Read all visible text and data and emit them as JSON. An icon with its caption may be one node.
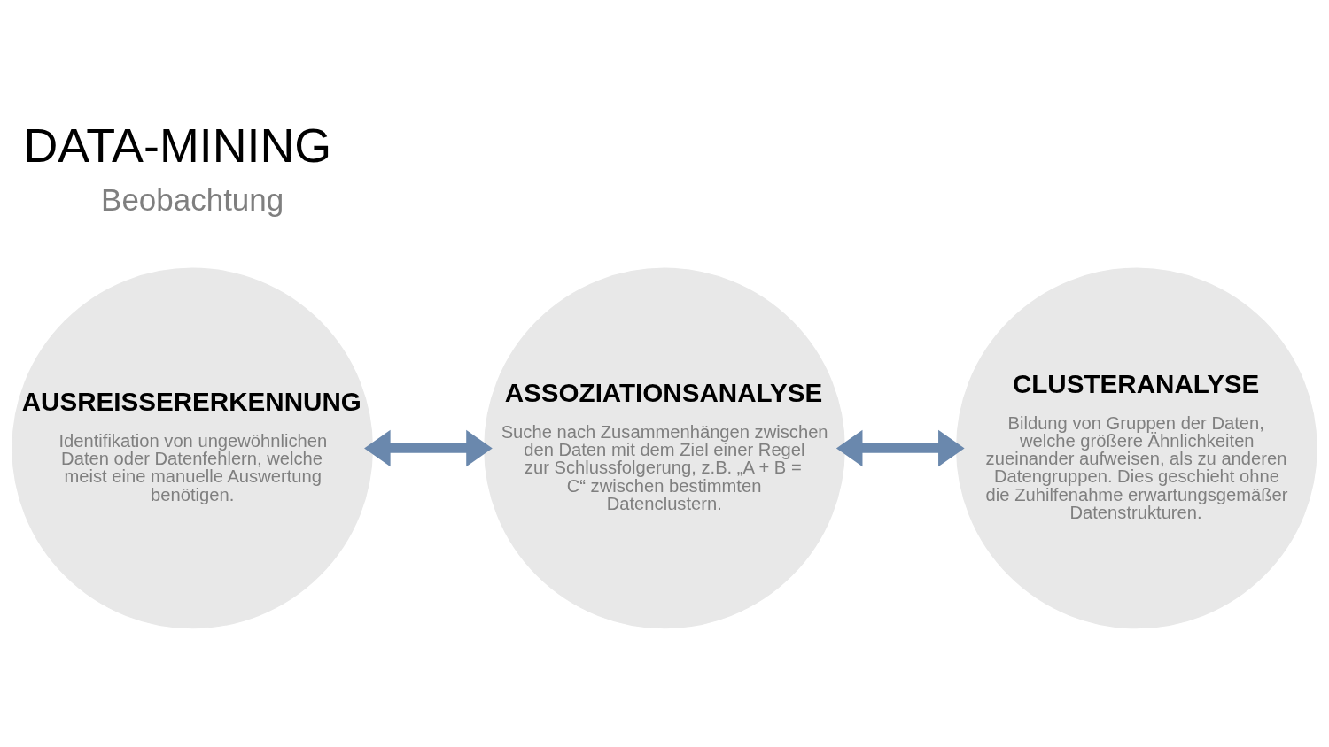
{
  "diagram": {
    "title": "DATA-MINING",
    "nodes": [
      {
        "text": [
          "AUSREISSERERKENNUNG",
          "Identifikation von ungewöhnlichen Daten oder Datenfehlern, welche meist eine manuelle Auswertung benötigen."
        ]
      },
      {
        "text": [
          "ASSOZIATIONSANALYSE",
          "Suche nach Zusammenhängen zwischen den Daten mit dem Ziel einer Regel zur Schlussfolgerung, z.B. „A + B = C“ zwischen bestimmten Datenclustern."
        ]
      },
      {
        "text": [
          "CLUSTERANALYSE",
          "Bildung von Gruppen der Daten, welche größere Ähnlichkeiten zueinander aufweisen, als zu anderen Datengruppen. Dies geschieht ohne die Zuhilfenahme erwartungsgemäßer Datenstrukturen."
        ]
      }
    ],
    "edges": [
      {
        "from": 0,
        "to": 1,
        "arrow": "both"
      },
      {
        "from": 1,
        "to": 2,
        "arrow": "both"
      }
    ],
    "labels": [
      "Beobachtung"
    ]
  }
}
